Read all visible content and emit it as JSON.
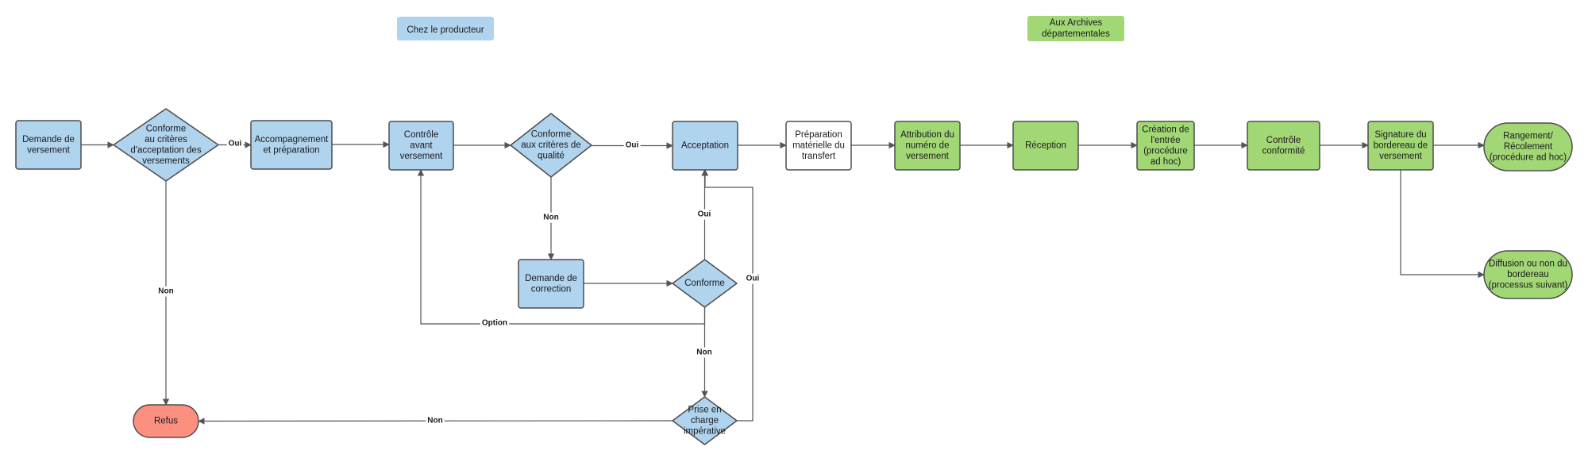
{
  "colors": {
    "producer": "#b0d3ee",
    "archives": "#a2d775",
    "refusal": "#fb8f80",
    "neutral": "#ffffff",
    "stroke": "#4d4d4d",
    "edge": "#555555"
  },
  "legend": {
    "producer": "Chez le producteur",
    "archives_line1": "Aux Archives",
    "archives_line2": "départementales"
  },
  "nodes": [
    {
      "id": "demande",
      "shape": "rect",
      "color": "producer",
      "lines": [
        "Demande de",
        "versement"
      ]
    },
    {
      "id": "conforme-acceptation",
      "shape": "diamond",
      "color": "producer",
      "lines": [
        "Conforme",
        "au critères",
        "d'acceptation des",
        "versements"
      ]
    },
    {
      "id": "accompagnement",
      "shape": "rect",
      "color": "producer",
      "lines": [
        "Accompagnement",
        "et préparation"
      ]
    },
    {
      "id": "controle-avant",
      "shape": "rect",
      "color": "producer",
      "lines": [
        "Contrôle",
        "avant",
        "versement"
      ]
    },
    {
      "id": "conforme-qualite",
      "shape": "diamond",
      "color": "producer",
      "lines": [
        "Conforme",
        "aux critères de",
        "qualité"
      ]
    },
    {
      "id": "acceptation",
      "shape": "rect",
      "color": "producer",
      "lines": [
        "Acceptation"
      ]
    },
    {
      "id": "demande-correction",
      "shape": "rect",
      "color": "producer",
      "lines": [
        "Demande de",
        "correction"
      ]
    },
    {
      "id": "conforme",
      "shape": "diamond",
      "color": "producer",
      "lines": [
        "Conforme"
      ]
    },
    {
      "id": "prise-en-charge",
      "shape": "diamond",
      "color": "producer",
      "lines": [
        "Prise en",
        "charge",
        "impérative"
      ]
    },
    {
      "id": "refus",
      "shape": "pill",
      "color": "refusal",
      "lines": [
        "Refus"
      ]
    },
    {
      "id": "preparation",
      "shape": "rect",
      "color": "neutral",
      "lines": [
        "Préparation",
        "matérielle du",
        "transfert"
      ]
    },
    {
      "id": "attribution",
      "shape": "rect",
      "color": "archives",
      "lines": [
        "Attribution du",
        "numéro de",
        "versement"
      ]
    },
    {
      "id": "reception",
      "shape": "rect",
      "color": "archives",
      "lines": [
        "Réception"
      ]
    },
    {
      "id": "creation",
      "shape": "rect",
      "color": "archives",
      "lines": [
        "Création de",
        "l'entrée",
        "(procédure",
        "ad hoc)"
      ]
    },
    {
      "id": "controle-conformite",
      "shape": "rect",
      "color": "archives",
      "lines": [
        "Contrôle",
        "conformité"
      ]
    },
    {
      "id": "signature",
      "shape": "rect",
      "color": "archives",
      "lines": [
        "Signature du",
        "bordereau de",
        "versement"
      ]
    },
    {
      "id": "rangement",
      "shape": "pill",
      "color": "archives",
      "lines": [
        "Rangement/",
        "Récolement",
        "(procédure ad hoc)"
      ]
    },
    {
      "id": "diffusion",
      "shape": "pill",
      "color": "archives",
      "lines": [
        "Diffusion ou non du",
        "bordereau",
        "(processus suivant)"
      ]
    }
  ],
  "edges": [
    {
      "from": "demande",
      "to": "conforme-acceptation",
      "label": ""
    },
    {
      "from": "conforme-acceptation",
      "to": "accompagnement",
      "label": "Oui"
    },
    {
      "from": "conforme-acceptation",
      "to": "refus",
      "label": "Non"
    },
    {
      "from": "accompagnement",
      "to": "controle-avant",
      "label": ""
    },
    {
      "from": "controle-avant",
      "to": "conforme-qualite",
      "label": ""
    },
    {
      "from": "conforme-qualite",
      "to": "acceptation",
      "label": "Oui"
    },
    {
      "from": "conforme-qualite",
      "to": "demande-correction",
      "label": "Non"
    },
    {
      "from": "demande-correction",
      "to": "conforme",
      "label": ""
    },
    {
      "from": "conforme",
      "to": "acceptation",
      "label": "Oui"
    },
    {
      "from": "conforme",
      "to": "controle-avant",
      "label": "Option"
    },
    {
      "from": "conforme",
      "to": "prise-en-charge",
      "label": "Non"
    },
    {
      "from": "prise-en-charge",
      "to": "refus",
      "label": "Non"
    },
    {
      "from": "prise-en-charge",
      "to": "acceptation",
      "label": "Oui"
    },
    {
      "from": "acceptation",
      "to": "preparation",
      "label": ""
    },
    {
      "from": "preparation",
      "to": "attribution",
      "label": ""
    },
    {
      "from": "attribution",
      "to": "reception",
      "label": ""
    },
    {
      "from": "reception",
      "to": "creation",
      "label": ""
    },
    {
      "from": "creation",
      "to": "controle-conformite",
      "label": ""
    },
    {
      "from": "controle-conformite",
      "to": "signature",
      "label": ""
    },
    {
      "from": "signature",
      "to": "rangement",
      "label": ""
    },
    {
      "from": "signature",
      "to": "diffusion",
      "label": ""
    }
  ]
}
